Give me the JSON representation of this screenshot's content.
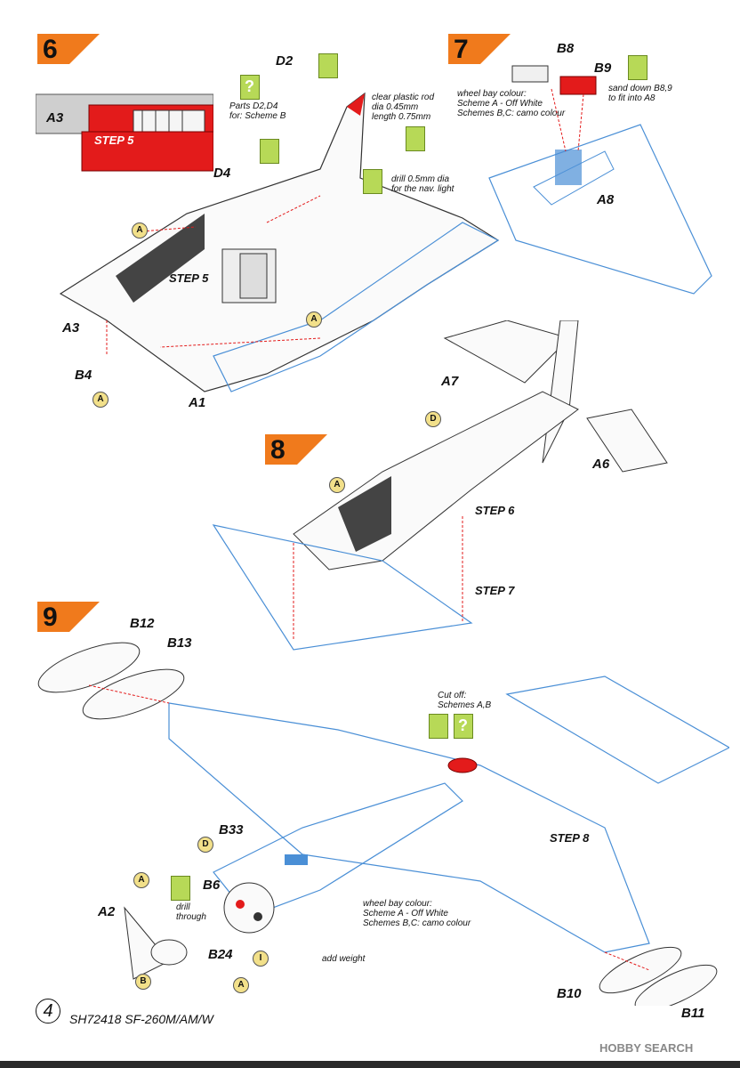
{
  "steps": {
    "s6": "6",
    "s7": "7",
    "s8": "8",
    "s9": "9"
  },
  "parts": {
    "a3": "A3",
    "d2": "D2",
    "d4": "D4",
    "a1": "A1",
    "b4": "B4",
    "b8": "B8",
    "b9": "B9",
    "a8": "A8",
    "a7": "A7",
    "a6": "A6",
    "b12": "B12",
    "b13": "B13",
    "b33": "B33",
    "b6": "B6",
    "a2": "A2",
    "b24": "B24",
    "b10": "B10",
    "b11": "B11"
  },
  "step_refs": {
    "step5_inset": "STEP 5",
    "step5": "STEP 5",
    "step6": "STEP 6",
    "step7": "STEP 7",
    "step8": "STEP 8"
  },
  "notes": {
    "parts_scheme": "Parts D2,D4\nfor: Scheme B",
    "rod": "clear plastic rod\ndia 0.45mm\nlength 0.75mm",
    "drill_nav": "drill 0.5mm dia\nfor the nav. light",
    "wheelbay7": "wheel bay colour:\nScheme A - Off White\nSchemes B,C: camo colour",
    "sand": "sand down B8,9\nto fit into A8",
    "cutoff": "Cut off:\nSchemes A,B",
    "drill_through": "drill\nthrough",
    "wheelbay9": "wheel bay colour:\nScheme A - Off White\nSchemes B,C: camo colour",
    "weight": "add weight"
  },
  "callouts": {
    "a": "A",
    "d": "D",
    "b": "B",
    "i": "I"
  },
  "symbols": {
    "help": "?"
  },
  "footer": {
    "page": "4",
    "title": "SH72418 SF-260M/AM/W",
    "watermark": "HOBBY SEARCH"
  },
  "colors": {
    "badge": "#f07a1c",
    "part_blue": "#4a8fd6",
    "highlight_red": "#e31b1b",
    "symbol_green": "#b7d957",
    "callout_yellow": "#f2e08a"
  }
}
